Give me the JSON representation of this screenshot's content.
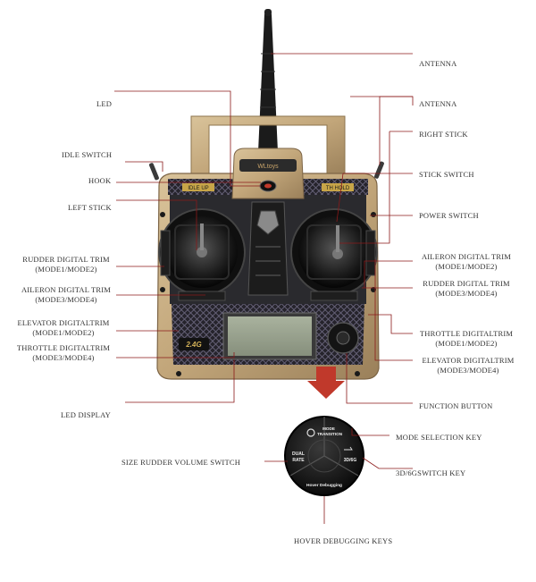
{
  "callouts": {
    "antenna_top": "ANTENNA",
    "led": "LED",
    "antenna_right": "ANTENNA",
    "right_stick": "RIGHT STICK",
    "idle_switch": "IDLE SWITCH",
    "stick_switch": "STICK SWITCH",
    "hook": "HOOK",
    "left_stick": "LEFT STICK",
    "power_switch": "POWER SWITCH",
    "rudder_trim_l1": "RUDDER DIGITAL TRIM",
    "rudder_trim_l2": "(MODE1/MODE2)",
    "aileron_trim_l1": "AILERON DIGITAL TRIM",
    "aileron_trim_l2": "(MODE3/MODE4)",
    "elevator_trim_l1": "ELEVATOR DIGITALTRIM",
    "elevator_trim_l2": "(MODE1/MODE2)",
    "throttle_trim_l1": "THROTTLE DIGITALTRIM",
    "throttle_trim_l2": "(MODE3/MODE4)",
    "aileron_trim_r1": "AILERON DIGITAL TRIM",
    "aileron_trim_r2": "(MODE1/MODE2)",
    "rudder_trim_r1": "RUDDER DIGITAL TRIM",
    "rudder_trim_r2": "(MODE3/MODE4)",
    "throttle_trim_r1": "THROTTLE DIGITALTRIM",
    "throttle_trim_r2": "(MODE1/MODE2)",
    "elevator_trim_r1": "ELEVATOR DIGITALTRIM",
    "elevator_trim_r2": "(MODE3/MODE4)",
    "led_display": "LED DISPLAY",
    "function_button": "FUNCTION BUTTON",
    "mode_selection_key": "MODE SELECTION KEY",
    "size_rudder_volume_switch": "SIZE RUDDER VOLUME SWITCH",
    "switch_3d6g_key": "3D/6GSWITCH KEY",
    "hover_debugging_keys": "HOVER DEBUGGING KEYS"
  },
  "device": {
    "idle_up_label": "IDLE UP",
    "th_hold_label": "TH HOLD",
    "band_badge": "2.4G",
    "brand": "WLtoys"
  },
  "button_pad": {
    "mode_transition_l1": "MODE",
    "mode_transition_l2": "TRANSITION",
    "dual_rate_l1": "DUAL",
    "dual_rate_l2": "RATE",
    "switch_3d6g": "3D/6G",
    "hover_debugging": "Hover Debugging"
  },
  "colors": {
    "leader_line": "#8b1a1a",
    "body_gold": "#c4a97f",
    "panel_dark": "#2c2a36",
    "display_green": "#96a08c"
  }
}
